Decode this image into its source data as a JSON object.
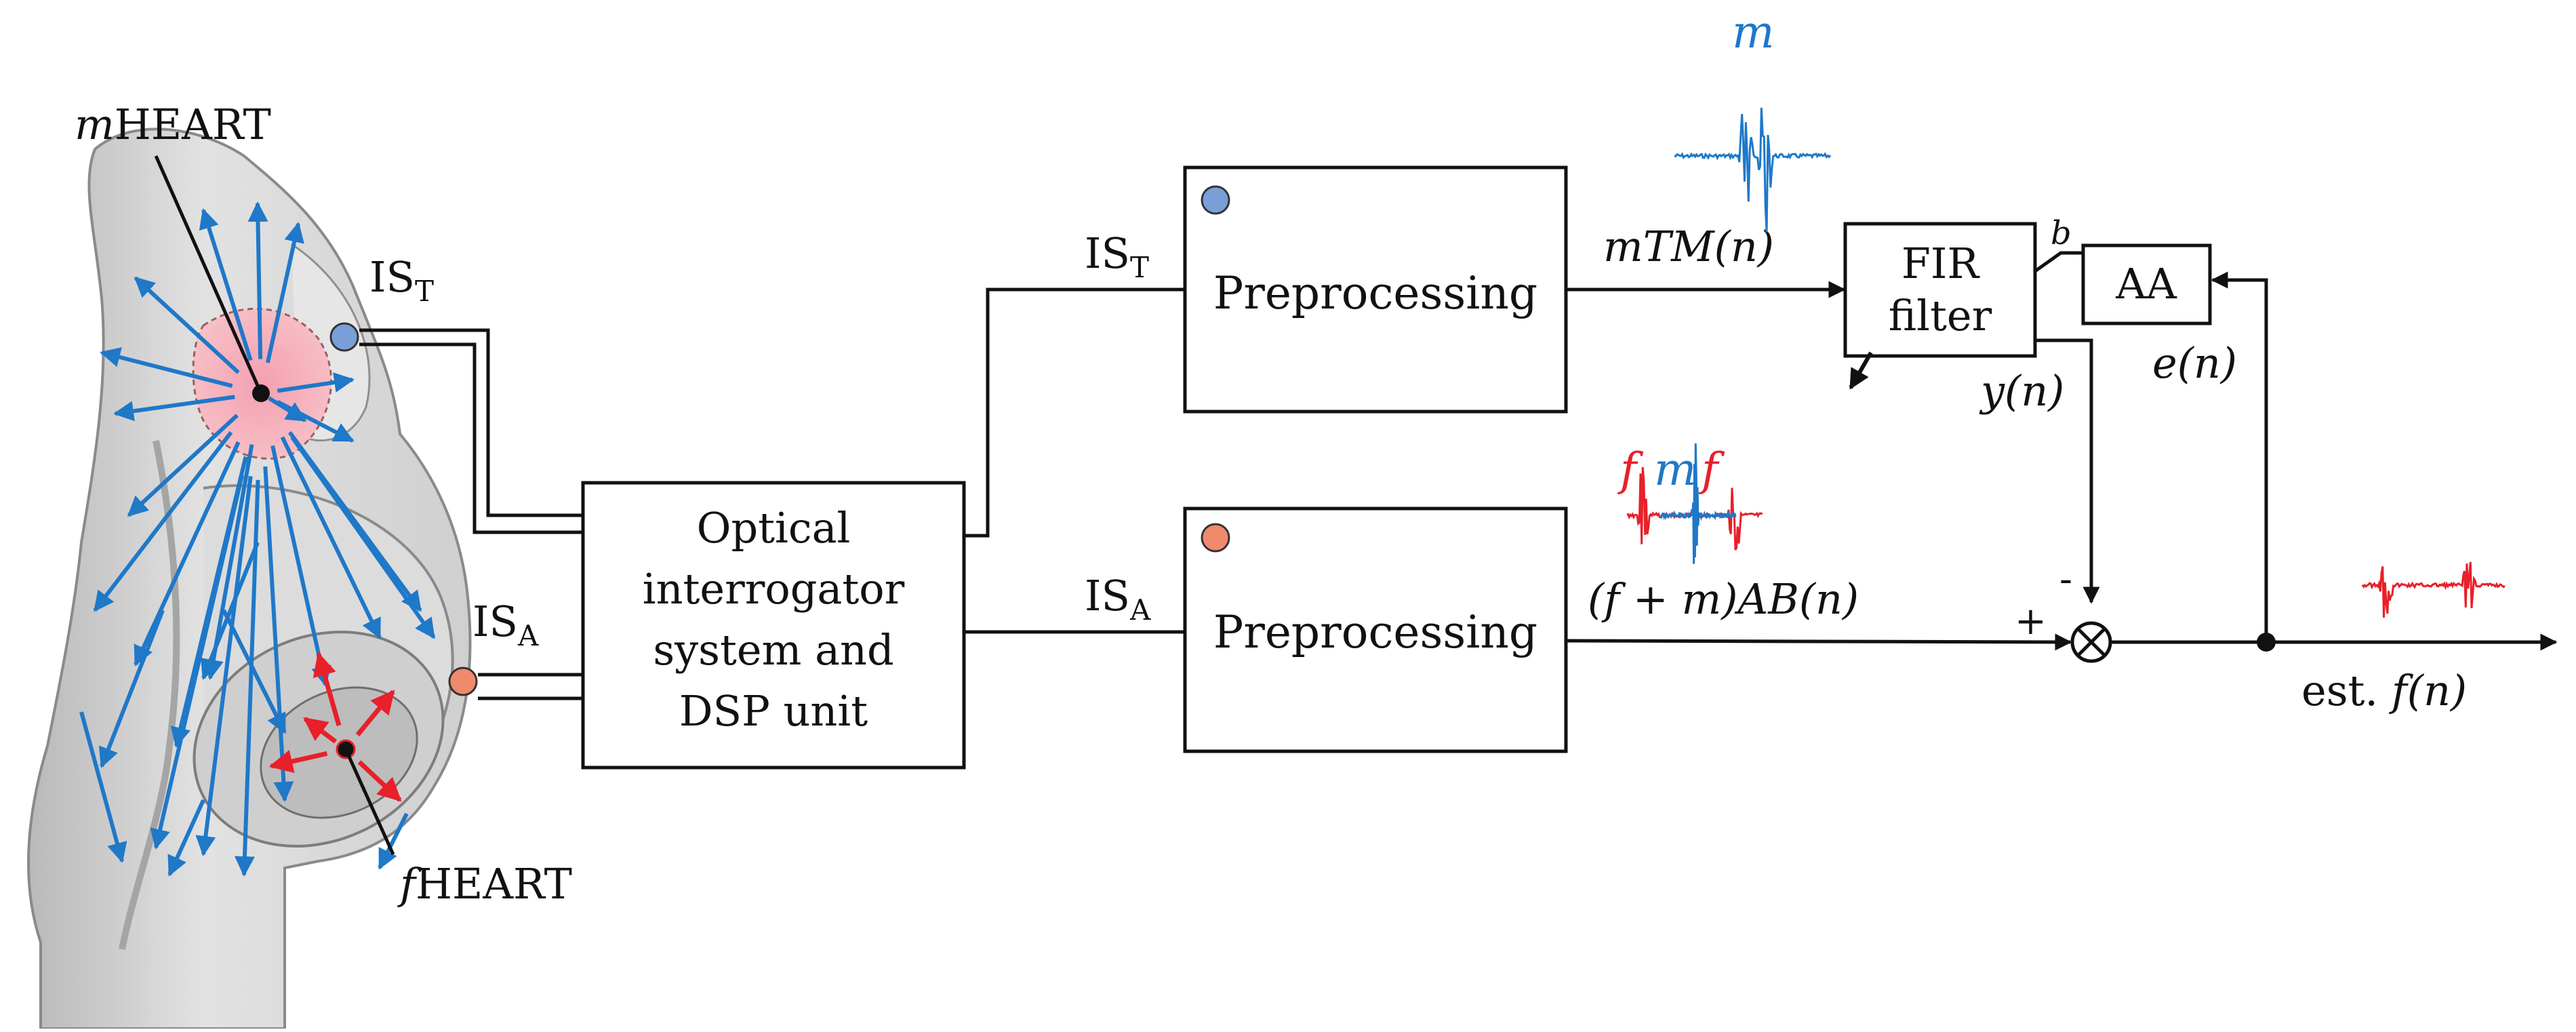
{
  "labels": {
    "m_heart_italic": "m",
    "m_heart_rest": "HEART",
    "f_heart_italic": "f",
    "f_heart_rest": "HEART",
    "is_prefix": "IS",
    "sub_t": "T",
    "sub_a": "A"
  },
  "blocks": {
    "optical": [
      "Optical",
      "interrogator",
      "system and",
      "DSP unit"
    ],
    "preprocessing_top": "Preprocessing",
    "preprocessing_bottom": "Preprocessing",
    "fir": [
      "FIR",
      "filter"
    ],
    "aa": "AA"
  },
  "signals": {
    "mtm": "mTM(n)",
    "fm_ab": "(f + m)AB(n)",
    "y": "y(n)",
    "e": "e(n)",
    "b": "b",
    "out": "est. f(n)",
    "plus": "+",
    "minus": "-"
  },
  "waveform_labels": {
    "top": "m",
    "mid_f1": "f",
    "mid_m": "m",
    "mid_f2": "f"
  },
  "colors": {
    "maternal_blue": "#1f78c8",
    "fetal_red": "#e8202a",
    "sensor_t": "#7a9fd8",
    "sensor_a": "#f08a6c",
    "heart_pink": "#f2a0b4"
  },
  "icons": {
    "anatomy": "pregnant-torso-illustration",
    "sum": "summing-junction-icon"
  }
}
